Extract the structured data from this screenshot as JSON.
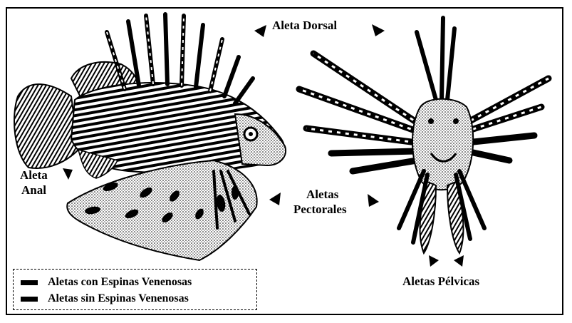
{
  "labels": {
    "dorsal": "Aleta Dorsal",
    "anal_line1": "Aleta",
    "anal_line2": "Anal",
    "pectoral_line1": "Aletas",
    "pectoral_line2": "Pectorales",
    "pelvic": "Aletas Pélvicas"
  },
  "legend": {
    "venomous": "Aletas con Espinas Venenosas",
    "non_venomous": "Aletas sin Espinas Venenosas"
  },
  "colors": {
    "ink": "#000000",
    "background": "#ffffff"
  }
}
